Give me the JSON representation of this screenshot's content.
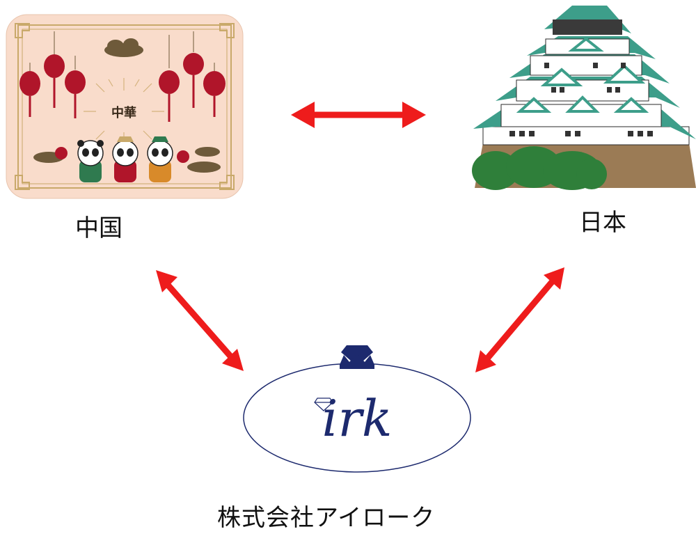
{
  "nodes": {
    "china": {
      "label": "中国",
      "card_text": "中華"
    },
    "japan": {
      "label": "日本"
    },
    "company": {
      "label": "株式会社アイローク",
      "logo_text": "irk"
    }
  },
  "colors": {
    "arrow": "#ee1c1c",
    "card_bg": "#f9dccb",
    "castle_roof": "#3d9e8a",
    "castle_base": "#9b7b55",
    "logo_navy": "#1d2a6e"
  },
  "icons": [
    "double-arrow-icon",
    "lantern-icon",
    "panda-icon",
    "cloud-icon",
    "diamond-icon",
    "crown-icon"
  ]
}
